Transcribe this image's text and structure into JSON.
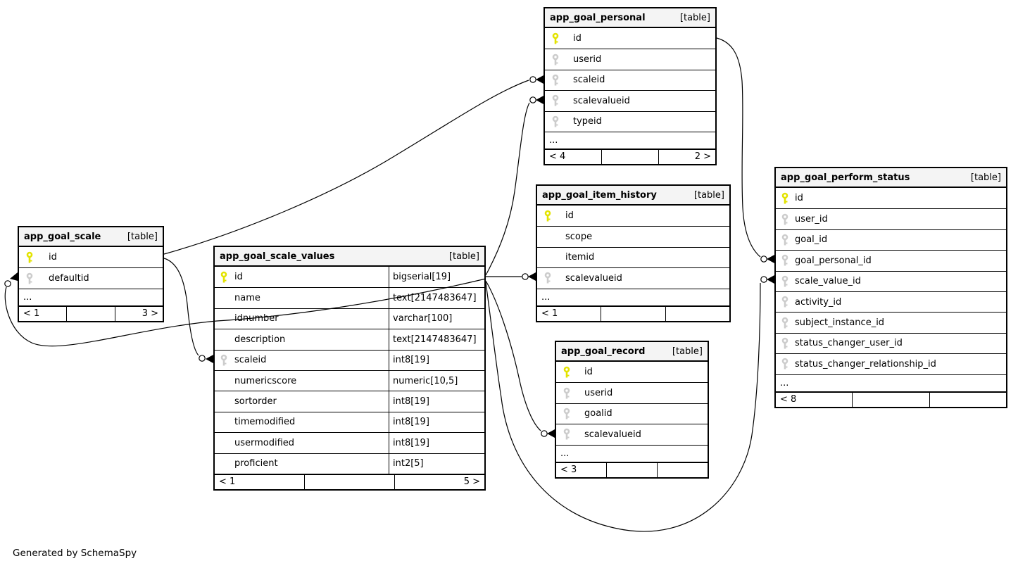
{
  "diagram": {
    "footer_note": "Generated by SchemaSpy",
    "table_badge": "[table]",
    "colors": {
      "primary_key_icon": "#e3e300",
      "foreign_key_icon": "#cccccc",
      "header_background": "#f4f4f4",
      "border": "#000000"
    }
  },
  "tables": [
    {
      "name": "app_goal_personal",
      "badge": "[table]",
      "columns": [
        {
          "name": "id",
          "key": "pk"
        },
        {
          "name": "userid",
          "key": "fk"
        },
        {
          "name": "scaleid",
          "key": "fk"
        },
        {
          "name": "scalevalueid",
          "key": "fk"
        },
        {
          "name": "typeid",
          "key": "fk"
        }
      ],
      "ellipsis": "...",
      "footer": [
        "< 4",
        "",
        "2 >"
      ]
    },
    {
      "name": "app_goal_perform_status",
      "badge": "[table]",
      "columns": [
        {
          "name": "id",
          "key": "pk"
        },
        {
          "name": "user_id",
          "key": "fk"
        },
        {
          "name": "goal_id",
          "key": "fk"
        },
        {
          "name": "goal_personal_id",
          "key": "fk"
        },
        {
          "name": "scale_value_id",
          "key": "fk"
        },
        {
          "name": "activity_id",
          "key": "fk"
        },
        {
          "name": "subject_instance_id",
          "key": "fk"
        },
        {
          "name": "status_changer_user_id",
          "key": "fk"
        },
        {
          "name": "status_changer_relationship_id",
          "key": "fk"
        }
      ],
      "ellipsis": "...",
      "footer": [
        "< 8",
        "",
        ""
      ]
    },
    {
      "name": "app_goal_item_history",
      "badge": "[table]",
      "columns": [
        {
          "name": "id",
          "key": "pk"
        },
        {
          "name": "scope",
          "key": "none"
        },
        {
          "name": "itemid",
          "key": "none"
        },
        {
          "name": "scalevalueid",
          "key": "fk"
        }
      ],
      "ellipsis": "...",
      "footer": [
        "< 1",
        "",
        ""
      ]
    },
    {
      "name": "app_goal_scale",
      "badge": "[table]",
      "columns": [
        {
          "name": "id",
          "key": "pk"
        },
        {
          "name": "defaultid",
          "key": "fk"
        }
      ],
      "ellipsis": "...",
      "footer": [
        "< 1",
        "",
        "3 >"
      ]
    },
    {
      "name": "app_goal_scale_values",
      "badge": "[table]",
      "columns": [
        {
          "name": "id",
          "key": "pk",
          "type": "bigserial[19]"
        },
        {
          "name": "name",
          "key": "none",
          "type": "text[2147483647]"
        },
        {
          "name": "idnumber",
          "key": "none",
          "type": "varchar[100]"
        },
        {
          "name": "description",
          "key": "none",
          "type": "text[2147483647]"
        },
        {
          "name": "scaleid",
          "key": "fk",
          "type": "int8[19]"
        },
        {
          "name": "numericscore",
          "key": "none",
          "type": "numeric[10,5]"
        },
        {
          "name": "sortorder",
          "key": "none",
          "type": "int8[19]"
        },
        {
          "name": "timemodified",
          "key": "none",
          "type": "int8[19]"
        },
        {
          "name": "usermodified",
          "key": "none",
          "type": "int8[19]"
        },
        {
          "name": "proficient",
          "key": "none",
          "type": "int2[5]"
        }
      ],
      "ellipsis": null,
      "footer": [
        "< 1",
        "",
        "5 >"
      ]
    },
    {
      "name": "app_goal_record",
      "badge": "[table]",
      "columns": [
        {
          "name": "id",
          "key": "pk"
        },
        {
          "name": "userid",
          "key": "fk"
        },
        {
          "name": "goalid",
          "key": "fk"
        },
        {
          "name": "scalevalueid",
          "key": "fk"
        }
      ],
      "ellipsis": "...",
      "footer": [
        "< 3",
        "",
        ""
      ]
    }
  ],
  "relationships": [
    {
      "from": "app_goal_scale.id",
      "to": "app_goal_personal.scaleid"
    },
    {
      "from": "app_goal_scale.id",
      "to": "app_goal_scale_values.scaleid"
    },
    {
      "from": "app_goal_scale_values.id",
      "to": "app_goal_scale.defaultid"
    },
    {
      "from": "app_goal_scale_values.id",
      "to": "app_goal_personal.scalevalueid"
    },
    {
      "from": "app_goal_scale_values.id",
      "to": "app_goal_item_history.scalevalueid"
    },
    {
      "from": "app_goal_scale_values.id",
      "to": "app_goal_record.scalevalueid"
    },
    {
      "from": "app_goal_scale_values.id",
      "to": "app_goal_perform_status.scale_value_id"
    },
    {
      "from": "app_goal_personal.id",
      "to": "app_goal_perform_status.goal_personal_id"
    }
  ]
}
